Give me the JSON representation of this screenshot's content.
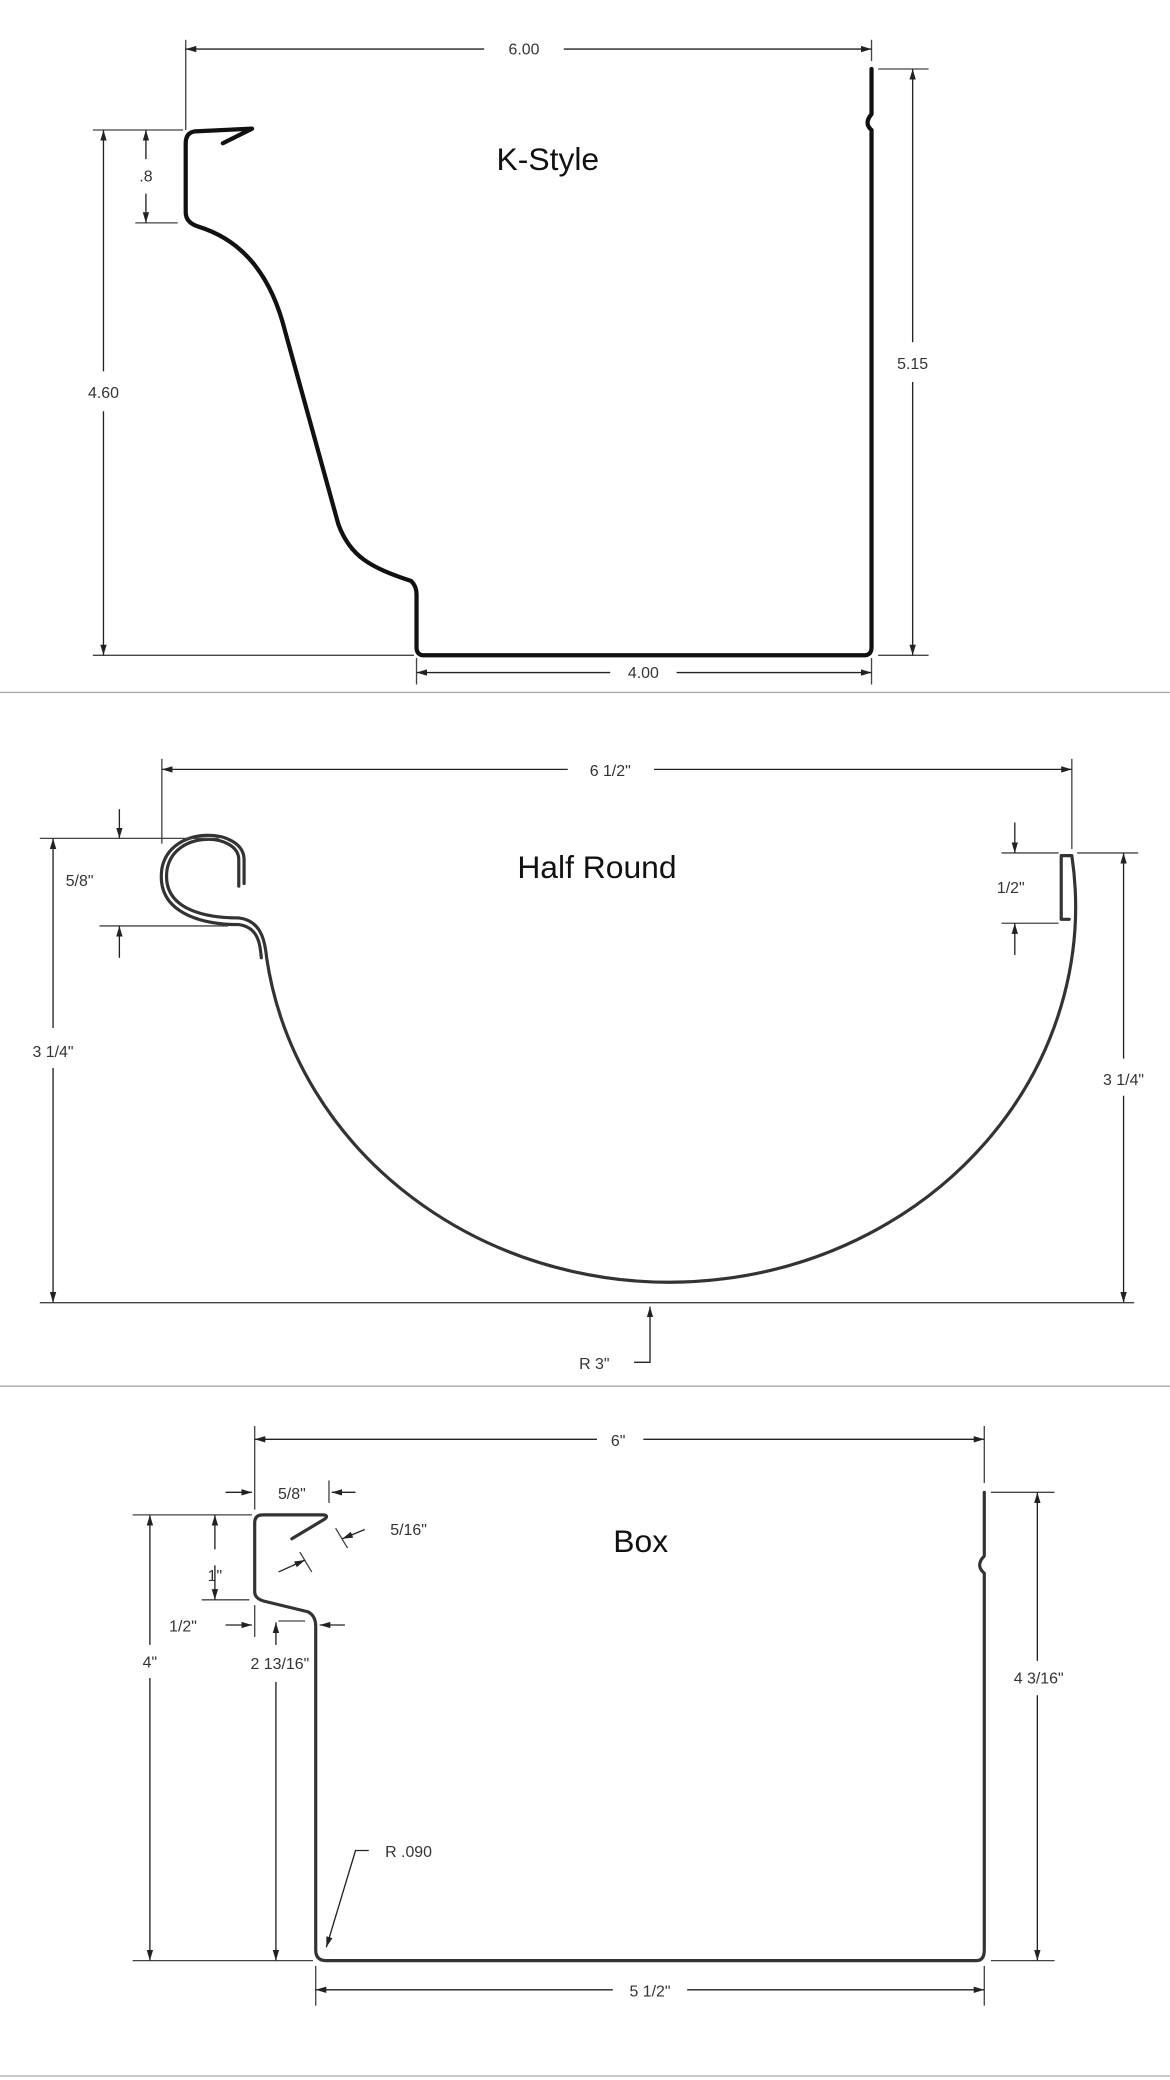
{
  "sections": {
    "kstyle": {
      "title": "K-Style",
      "dims": {
        "width": "6.00",
        "front_height": "4.60",
        "lip": ".8",
        "back_height": "5.15",
        "bottom": "4.00"
      }
    },
    "halfround": {
      "title": "Half Round",
      "dims": {
        "width": "6 1/2\"",
        "bead": "5/8\"",
        "back_hem": "1/2\"",
        "left_height": "3 1/4\"",
        "right_height": "3 1/4\"",
        "radius": "R 3\""
      }
    },
    "box": {
      "title": "Box",
      "dims": {
        "width": "6\"",
        "lip_width": "5/8\"",
        "hem": "5/16\"",
        "lip_height": "1\"",
        "offset": "1/2\"",
        "front_height": "4\"",
        "lower_front": "2 13/16\"",
        "back_height": "4 3/16\"",
        "radius": "R .090",
        "bottom": "5 1/2\""
      }
    }
  }
}
